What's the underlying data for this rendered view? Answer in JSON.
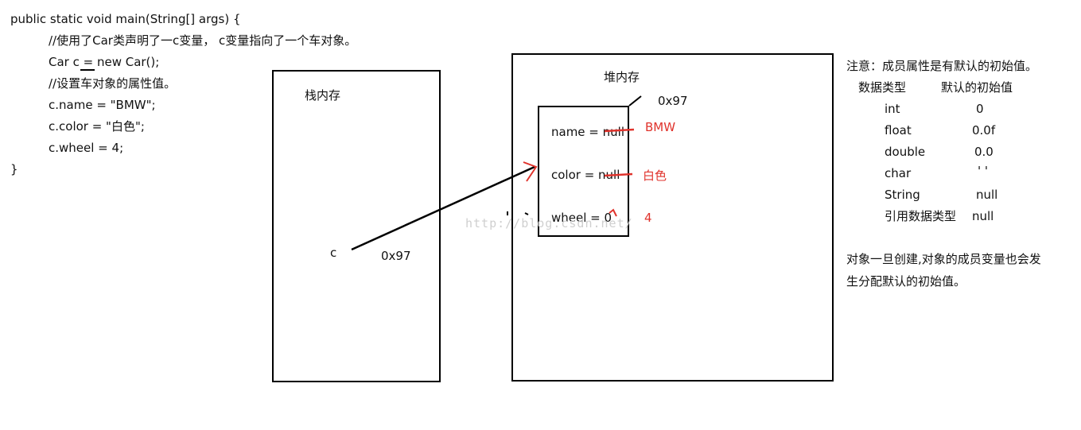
{
  "code": {
    "line1": "public static void main(String[] args) {",
    "line2": "//使用了Car类声明了一c变量， c变量指向了一个车对象。",
    "line3": "Car    c = new Car();",
    "line4": "//设置车对象的属性值。",
    "line5": "c.name = \"BMW\";",
    "line6": "c.color = \"白色\";",
    "line7": "c.wheel = 4;",
    "line8": "}"
  },
  "stack": {
    "title": "栈内存",
    "var_name": "c",
    "address": "0x97"
  },
  "heap": {
    "title": "堆内存",
    "address": "0x97",
    "fields": [
      {
        "label": "name  = null",
        "new_value": "BMW"
      },
      {
        "label": "color   = null",
        "new_value": "白色"
      },
      {
        "label": "wheel  = 0",
        "new_value": "4"
      }
    ]
  },
  "watermark": "http://blog.csdn.net/",
  "notes": {
    "title": "注意：成员属性是有默认的初始值。",
    "header": {
      "type": "数据类型",
      "default": "默认的初始值"
    },
    "rows": [
      {
        "type": "int",
        "default": "0"
      },
      {
        "type": "float",
        "default": "0.0f"
      },
      {
        "type": "double",
        "default": "0.0"
      },
      {
        "type": "char",
        "default": "' '"
      },
      {
        "type": "String",
        "default": "null"
      },
      {
        "type": "引用数据类型",
        "default": "null"
      }
    ],
    "summary_line1": "对象一旦创建,对象的成员变量也会发",
    "summary_line2": "生分配默认的初始值。"
  },
  "colors": {
    "ink": "#000000",
    "annotation": "#e0332c"
  }
}
